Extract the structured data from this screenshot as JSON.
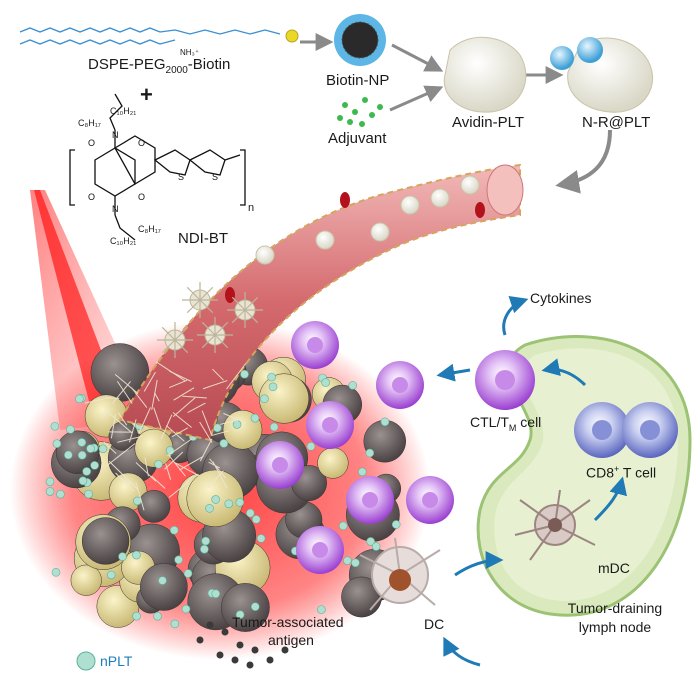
{
  "top_row": {
    "lipid_label": "DSPE-PEG",
    "lipid_sub": "2000",
    "lipid_suffix": "-Biotin",
    "plus": "+",
    "polymer_label": "NDI-BT",
    "polymer_repeat": "n",
    "chain_c10": "C₁₀H₂₁",
    "chain_c8": "C₈H₁₇",
    "ammonium": "NH₃⁺",
    "biotin_np": "Biotin-NP",
    "adjuvant": "Adjuvant",
    "avidin_plt": "Avidin-PLT",
    "nr_plt": "N-R@PLT"
  },
  "lymph": {
    "cytokines": "Cytokines",
    "ctl": "CTL/T",
    "ctl_sub": "M",
    "ctl_suffix": " cell",
    "cd8": "CD8",
    "cd8_sup": "+",
    "cd8_suffix": " T cell",
    "mdc": "mDC",
    "node_line1": "Tumor-draining",
    "node_line2": "lymph node"
  },
  "tumor": {
    "dc": "DC",
    "antigen_line1": "Tumor-associated",
    "antigen_line2": "antigen",
    "nplt": "nPLT"
  },
  "colors": {
    "vessel": "#c9585e",
    "vessel_light": "#e89a9b",
    "node_fill": "#dbe9bf",
    "node_stroke": "#9cc274",
    "tumor_glow": "#ff2a2a",
    "purple_cell": "#a44ed8",
    "blue_cell": "#6b78c9",
    "arrow_blue": "#1f7ab5",
    "arrow_gray": "#8a8a8a",
    "text_blue": "#1d7fb8"
  }
}
